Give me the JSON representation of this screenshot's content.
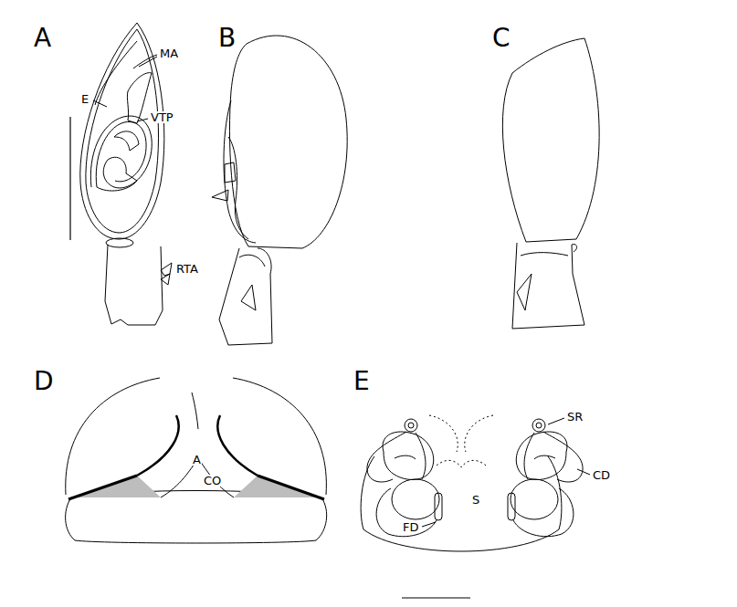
{
  "diagram": {
    "labels": [
      "A",
      "B",
      "C",
      "MA",
      "E",
      "VTP",
      "RTA",
      "D",
      "E",
      "A",
      "CO",
      "SR",
      "CD",
      "FD",
      "S"
    ]
  }
}
